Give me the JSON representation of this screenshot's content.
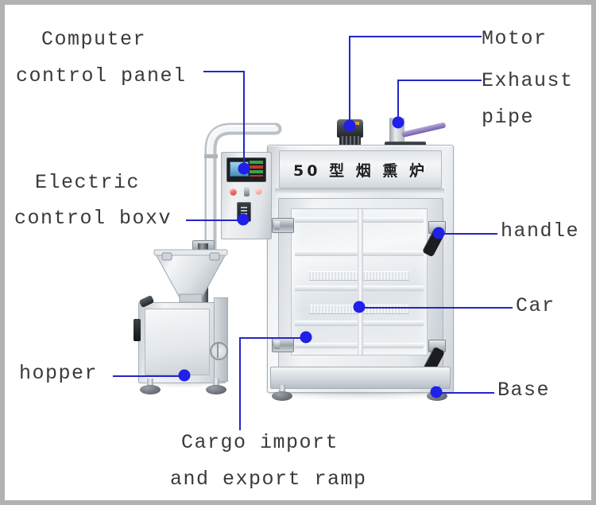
{
  "diagram": {
    "title": "50 型 烟 熏 炉",
    "machine_nameplate": "50 型 烟 熏 炉",
    "accent_color": "#2020e8",
    "leader_color": "#2526c8",
    "label_color": "#3a3a3a",
    "border_color": "#b2b2b2",
    "background": "#ffffff"
  },
  "labels": {
    "computer_control_panel_line1": "Computer",
    "computer_control_panel_line2": "control panel",
    "electric_control_box_line1": "Electric",
    "electric_control_box_line2": "control boxv",
    "hopper": "hopper",
    "cargo_ramp_line1": "Cargo import",
    "cargo_ramp_line2": "and export ramp",
    "motor": "Motor",
    "exhaust_pipe_line1": "Exhaust",
    "exhaust_pipe_line2": "pipe",
    "handle": "handle",
    "car": "Car",
    "base": "Base"
  }
}
